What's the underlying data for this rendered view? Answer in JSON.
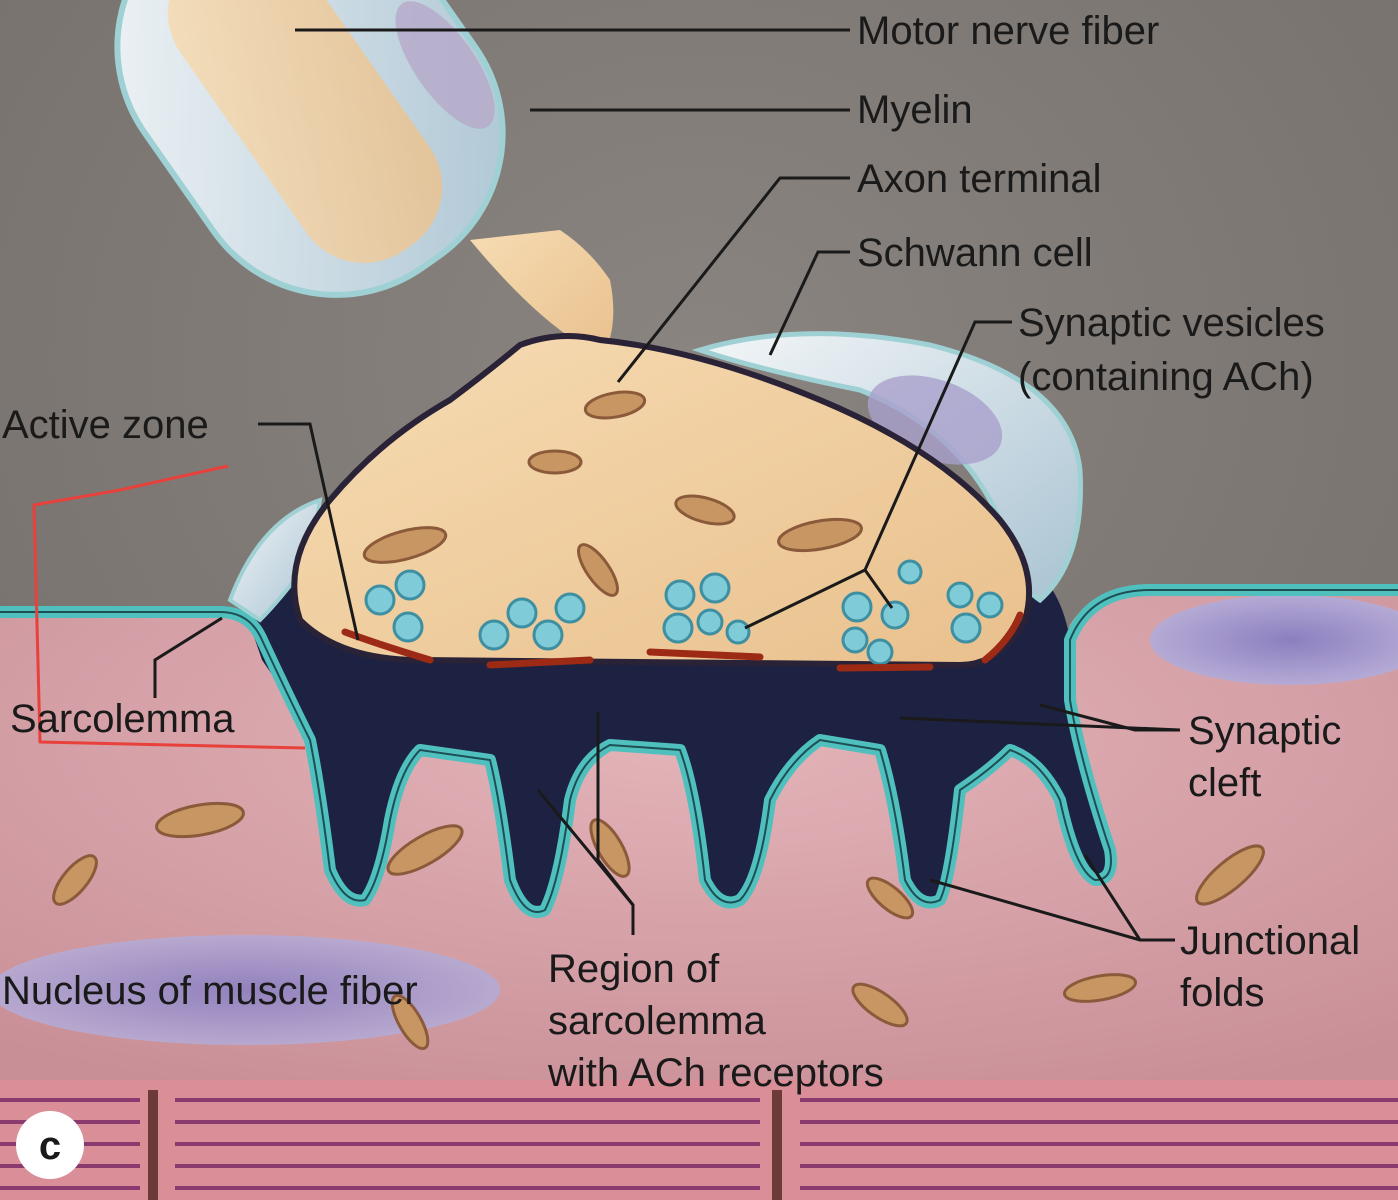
{
  "labels": {
    "motor_nerve_fiber": "Motor nerve fiber",
    "myelin": "Myelin",
    "axon_terminal": "Axon terminal",
    "schwann_cell": "Schwann cell",
    "synaptic_vesicles_1": "Synaptic vesicles",
    "synaptic_vesicles_2": "(containing ACh)",
    "active_zone": "Active zone",
    "sarcolemma": "Sarcolemma",
    "synaptic_cleft_1": "Synaptic",
    "synaptic_cleft_2": "cleft",
    "junctional_folds_1": "Junctional",
    "junctional_folds_2": "folds",
    "nucleus": "Nucleus of muscle fiber",
    "region_1": "Region of",
    "region_2": "sarcolemma",
    "region_3": "with ACh receptors",
    "panel_letter": "c"
  },
  "colors": {
    "background": "#7a7470",
    "muscle": "#d7a2a8",
    "membrane": "#4fc0be",
    "cleft": "#1d2242",
    "axon": "#f0cfa0",
    "myelin": "#cfe2ec",
    "vesicle": "#7fcbd8",
    "active_zone": "#9c2a14",
    "annotation": "#e8413c"
  }
}
